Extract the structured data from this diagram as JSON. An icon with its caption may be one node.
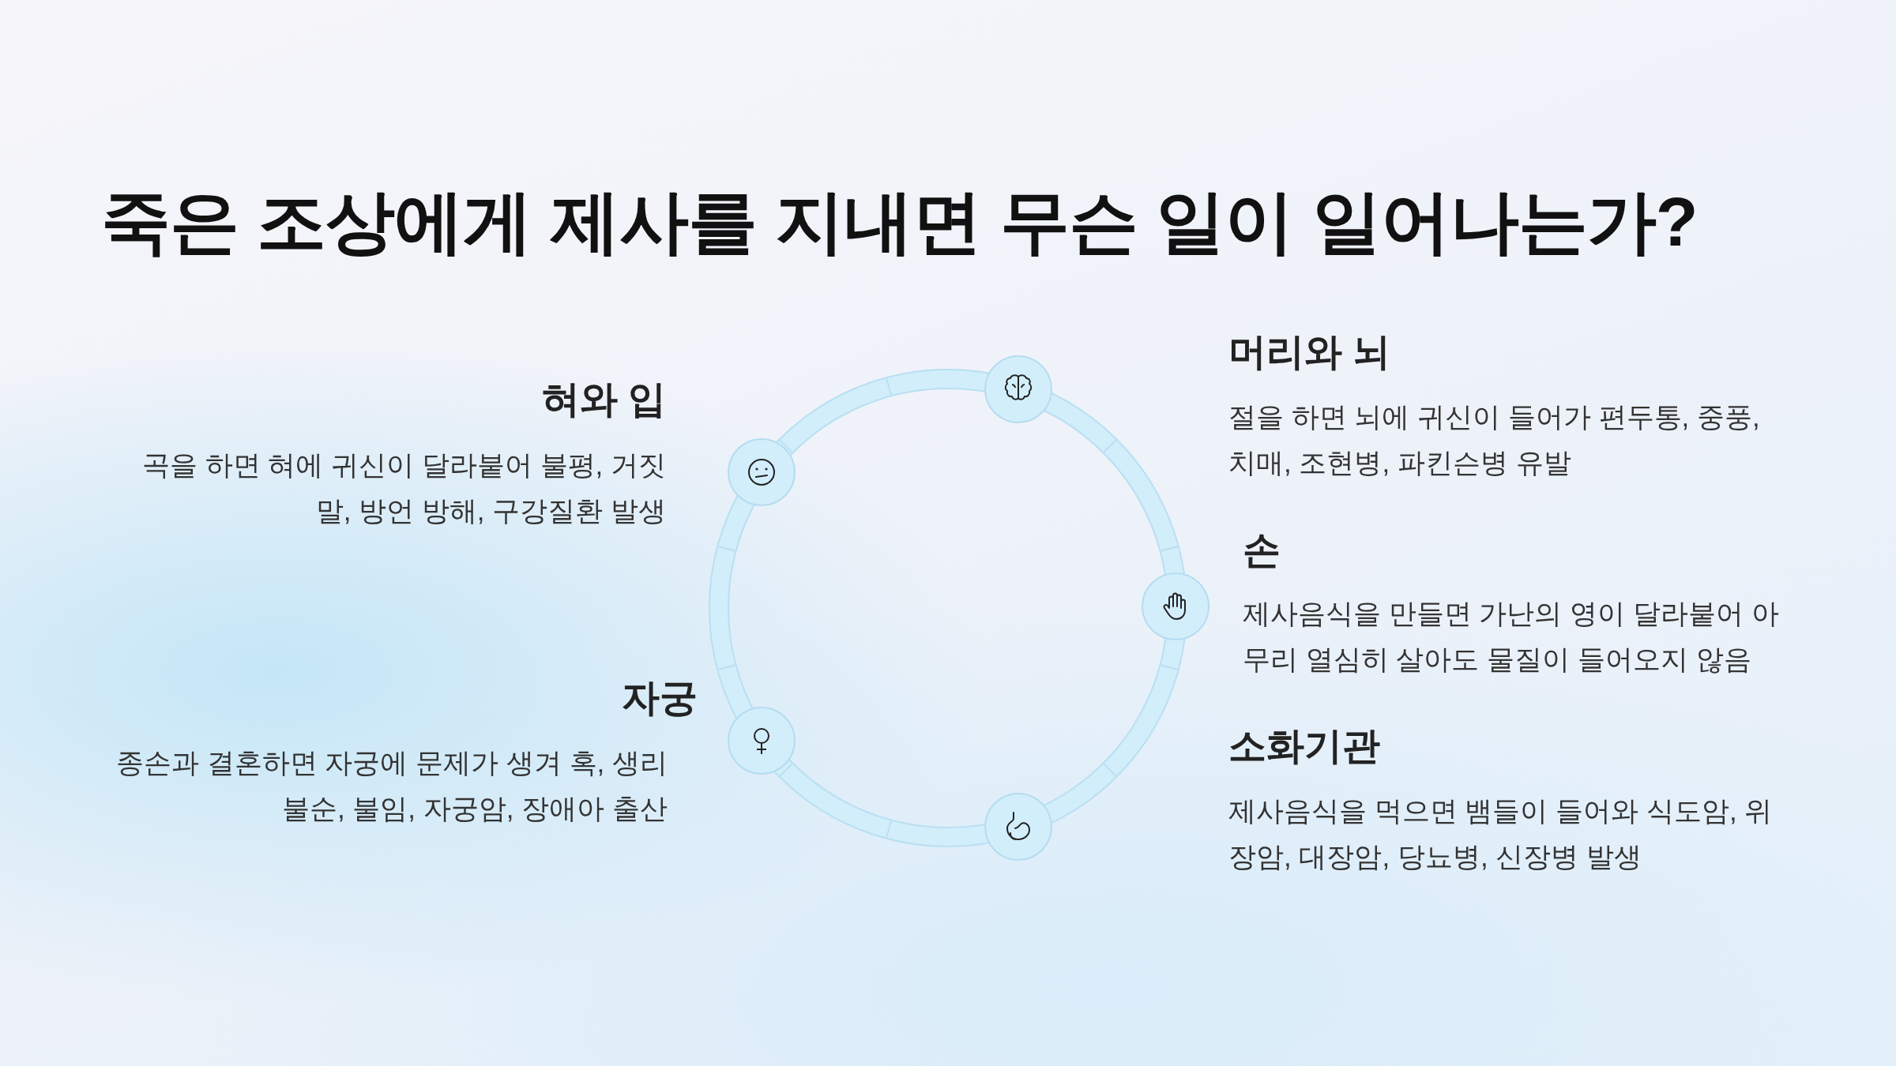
{
  "diagram": {
    "title": "죽은 조상에게 제사를 지내면 무슨 일이 일어나는가?",
    "nodes": [
      {
        "text": [],
        "shape": "circle"
      },
      {
        "text": [],
        "shape": "circle"
      },
      {
        "text": [],
        "shape": "circle"
      },
      {
        "text": [],
        "shape": "circle"
      },
      {
        "text": [],
        "shape": "circle"
      }
    ],
    "labels": [
      "머리와 뇌",
      "절을 하면 뇌에 귀신이 들어가 편두통, 중풍, 치매, 조현병, 파킨슨병 유발",
      "혀와 입",
      "곡을 하면 혀에 귀신이 달라붙어 불평, 거짓말, 방언 방해, 구강질환 발생",
      "손",
      "제사음식을 만들면 가난의 영이 달라붙어 아무리 열심히 살아도 물질이 들어오지 않음",
      "자궁",
      "종손과 결혼하면 자궁에 문제가 생겨 혹, 생리불순, 불임, 자궁암, 장애아 출산",
      "소화기관",
      "제사음식을 먹으면 뱀들이 들어와 식도암, 위장암, 대장암, 당뇨병, 신장병 발생"
    ]
  }
}
